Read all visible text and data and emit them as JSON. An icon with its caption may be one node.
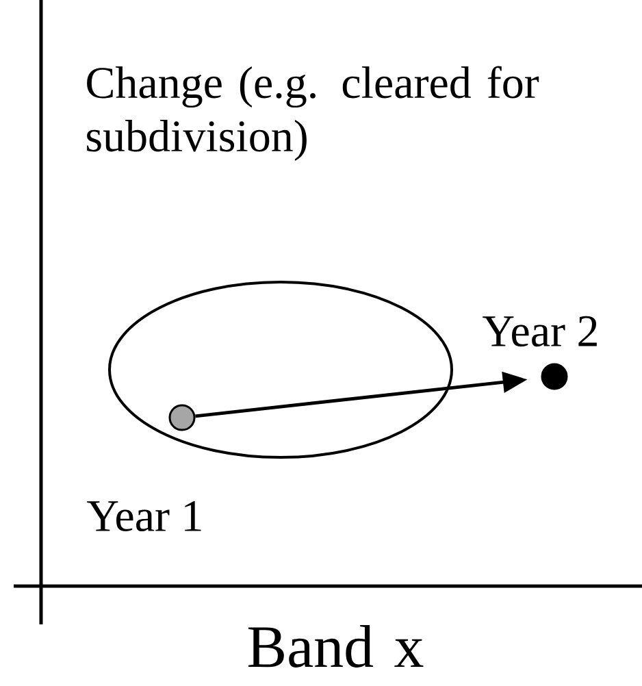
{
  "diagram": {
    "nodes": [
      {
        "text": [],
        "shape": "circle",
        "beside": [
          "Year 1"
        ]
      },
      {
        "text": [],
        "shape": "circle",
        "beside": [
          "Year 2"
        ]
      }
    ],
    "edges": [
      {
        "from": 0,
        "to": 1,
        "arrow": "to"
      }
    ],
    "labels": [
      "Change (e.g. cleared for subdivision)",
      "Band x"
    ]
  }
}
